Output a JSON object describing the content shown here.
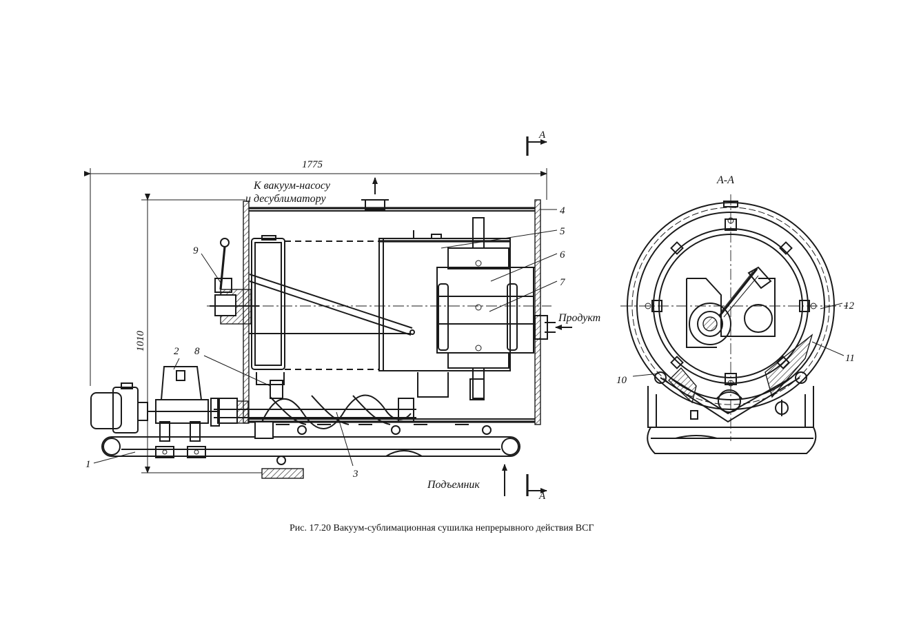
{
  "labels": {
    "vacuum_line1": "К вакуум-насосу",
    "vacuum_line2": "и десублиматору",
    "product": "Продукт",
    "lifter": "Подъемник"
  },
  "dimensions": {
    "length": "1775",
    "height": "1010"
  },
  "section": {
    "marker": "А",
    "title": "А-А"
  },
  "part_numbers": {
    "p1": "1",
    "p2": "2",
    "p3": "3",
    "p4": "4",
    "p5": "5",
    "p6": "6",
    "p7": "7",
    "p8": "8",
    "p9": "9",
    "p10": "10",
    "p11": "11",
    "p12": "12"
  },
  "caption": "Рис. 17.20  Вакуум-сублимационная сушилка непрерывного действия  ВСГ"
}
